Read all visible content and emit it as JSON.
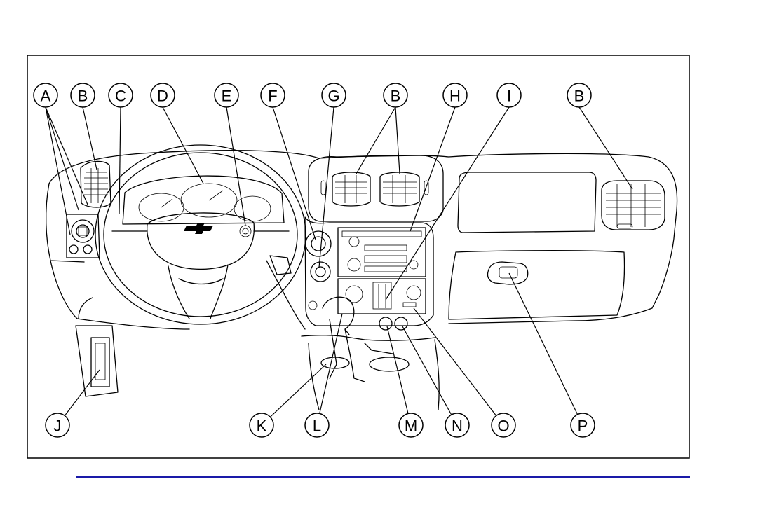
{
  "figure": {
    "callouts": [
      {
        "id": "A",
        "label": "A"
      },
      {
        "id": "B1",
        "label": "B"
      },
      {
        "id": "C",
        "label": "C"
      },
      {
        "id": "D",
        "label": "D"
      },
      {
        "id": "E",
        "label": "E"
      },
      {
        "id": "F",
        "label": "F"
      },
      {
        "id": "G",
        "label": "G"
      },
      {
        "id": "B2",
        "label": "B"
      },
      {
        "id": "H",
        "label": "H"
      },
      {
        "id": "I",
        "label": "I"
      },
      {
        "id": "B3",
        "label": "B"
      },
      {
        "id": "J",
        "label": "J"
      },
      {
        "id": "K",
        "label": "K"
      },
      {
        "id": "L",
        "label": "L"
      },
      {
        "id": "M",
        "label": "M"
      },
      {
        "id": "N",
        "label": "N"
      },
      {
        "id": "O",
        "label": "O"
      },
      {
        "id": "P",
        "label": "P"
      }
    ]
  },
  "colors": {
    "rule": "#1a1aa8",
    "ink": "#000000"
  }
}
